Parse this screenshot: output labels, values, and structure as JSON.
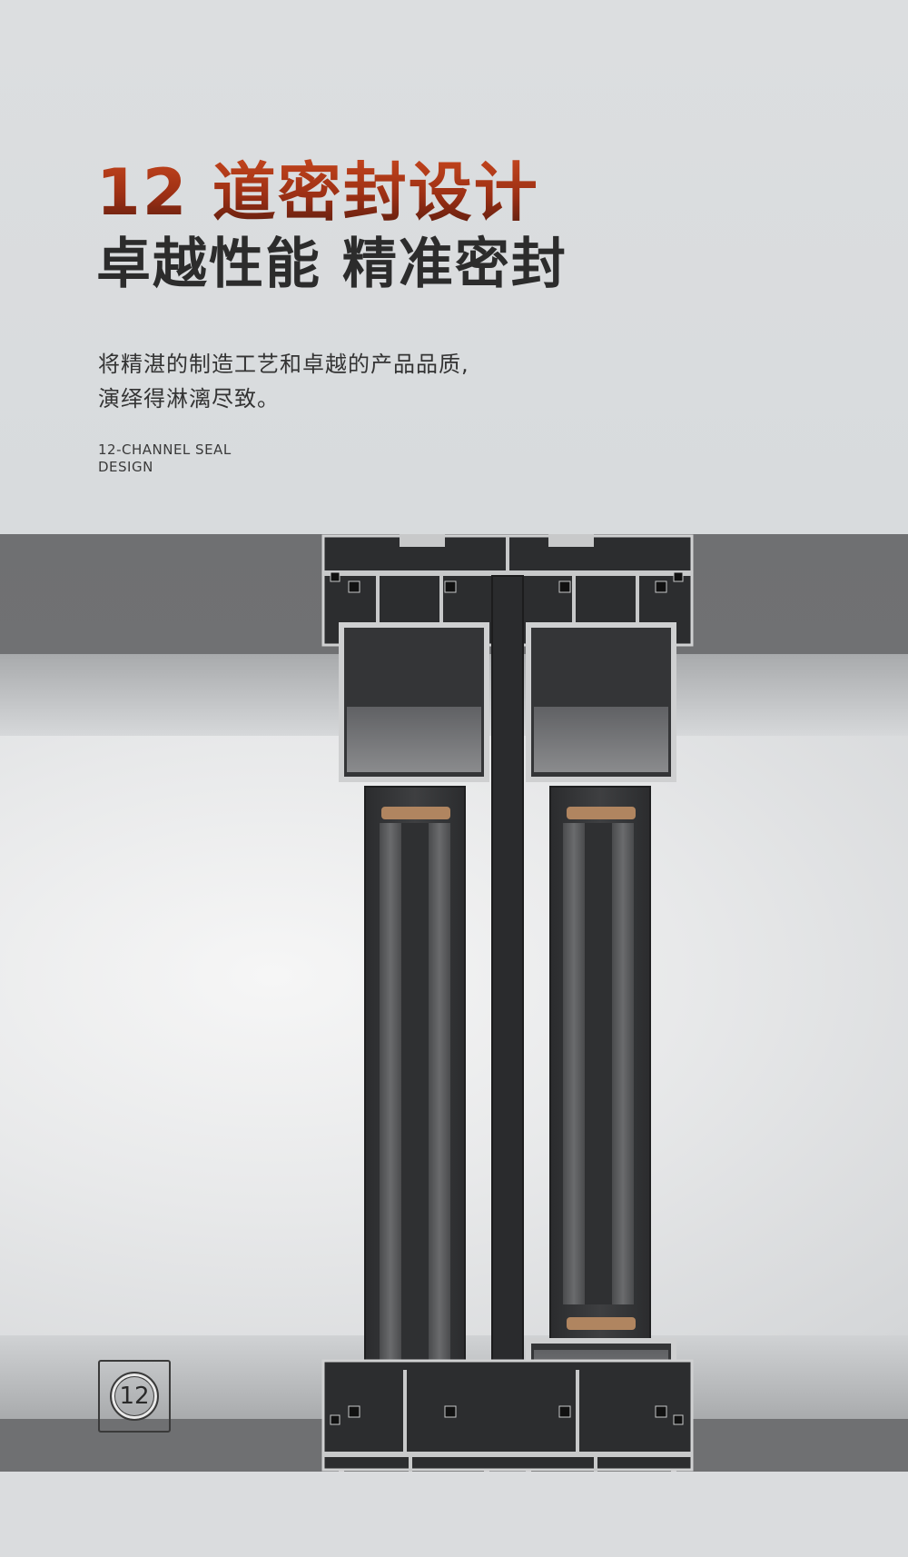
{
  "header": {
    "title": "12 道密封设计",
    "subtitle": "卓越性能  精准密封"
  },
  "description": {
    "line1": "将精湛的制造工艺和卓越的产品品质,",
    "line2": "演绎得淋漓尽致。"
  },
  "english": {
    "line1": "12-CHANNEL SEAL",
    "line2": "DESIGN"
  },
  "badge": {
    "number": "12"
  },
  "colors": {
    "accent": "#b23a18",
    "profile_dark": "#2f3032",
    "aluminum_edge": "#c8c9ca",
    "gasket": "#b08560"
  }
}
